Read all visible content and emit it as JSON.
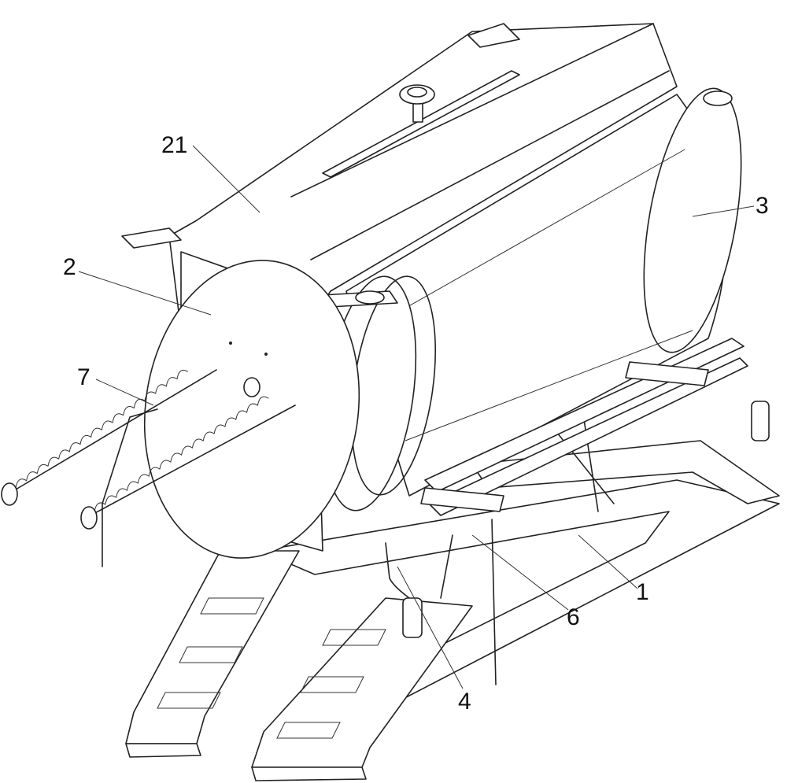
{
  "figure": {
    "callouts": [
      {
        "id": "housing",
        "text": "21"
      },
      {
        "id": "end-plate",
        "text": "2"
      },
      {
        "id": "spring-rod",
        "text": "7"
      },
      {
        "id": "drum",
        "text": "3"
      },
      {
        "id": "base-frame",
        "text": "1"
      },
      {
        "id": "slide-rail",
        "text": "6"
      },
      {
        "id": "hose",
        "text": "4"
      }
    ]
  }
}
